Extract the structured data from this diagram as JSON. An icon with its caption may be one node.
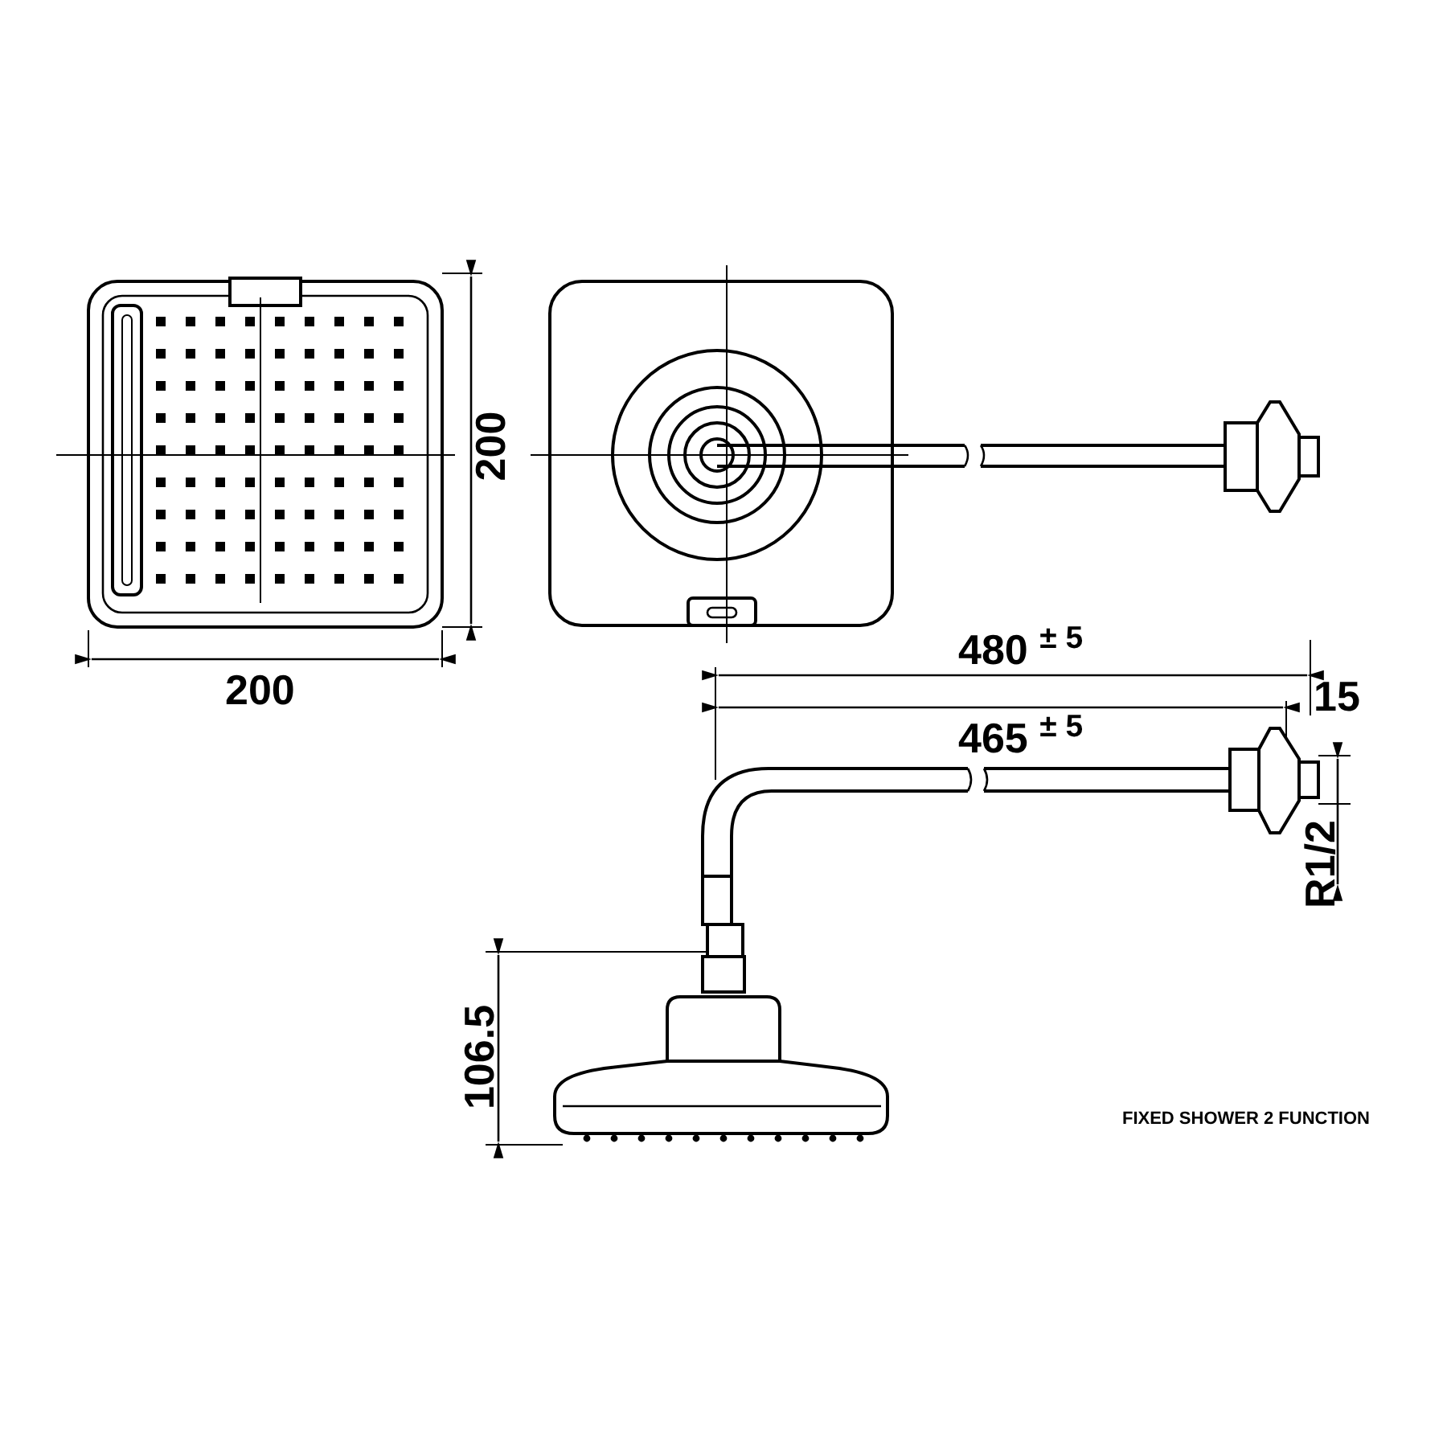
{
  "diagram": {
    "labels": [
      "200",
      "200",
      "480 $^{± 5}$",
      "15",
      "465 $^{± 5}$",
      "R1/2",
      "106.5",
      "FIXED SHOWER 2 FUNCTION"
    ]
  }
}
